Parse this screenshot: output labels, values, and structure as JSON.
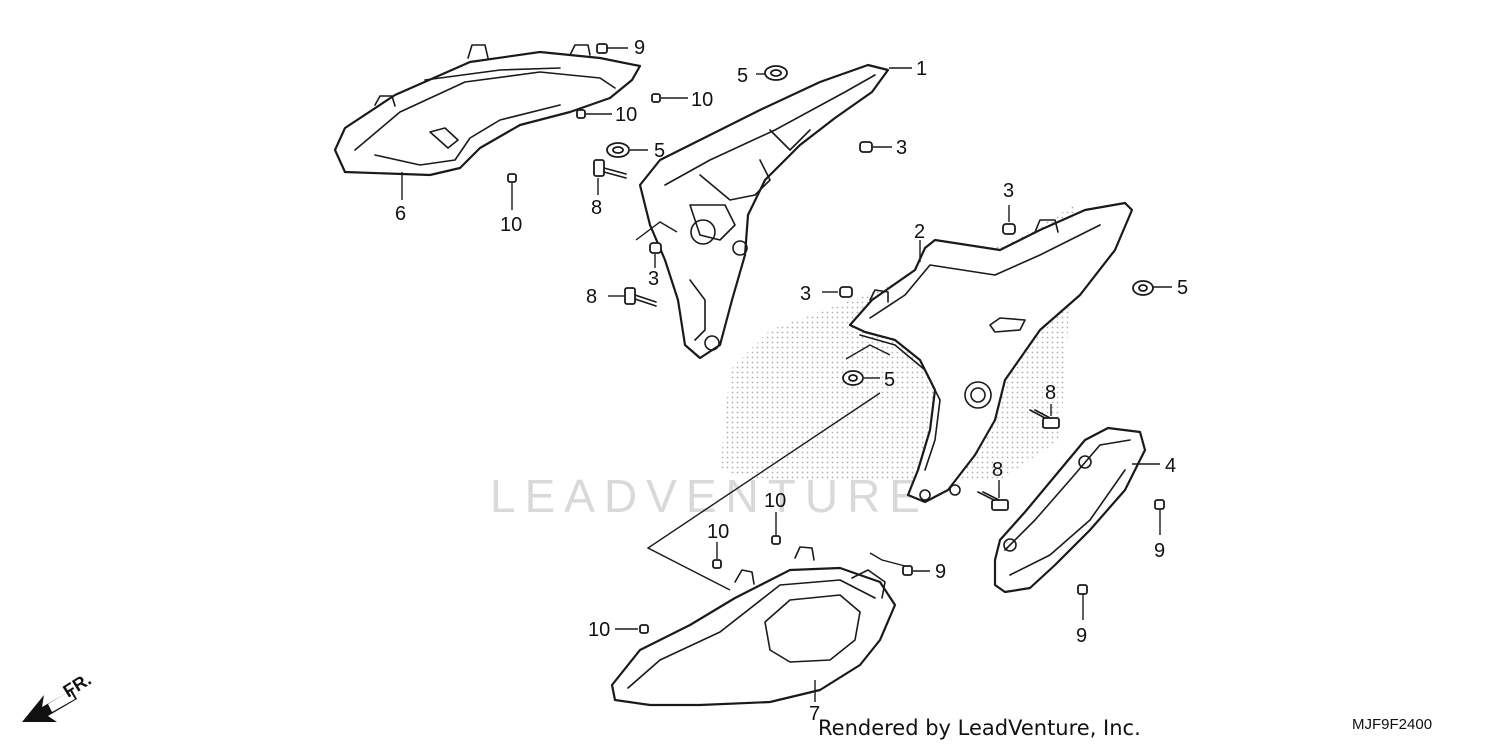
{
  "watermark": "LEADVENTURE",
  "credit": "Rendered by LeadVenture, Inc.",
  "diagram_code": "MJF9F2400",
  "front_indicator": {
    "label": "FR.",
    "icon": "front-arrow-icon"
  },
  "callouts": [
    {
      "id": "c1",
      "label": "1"
    },
    {
      "id": "c2",
      "label": "2"
    },
    {
      "id": "c3a",
      "label": "3"
    },
    {
      "id": "c3b",
      "label": "3"
    },
    {
      "id": "c3c",
      "label": "3"
    },
    {
      "id": "c3d",
      "label": "3"
    },
    {
      "id": "c4",
      "label": "4"
    },
    {
      "id": "c5a",
      "label": "5"
    },
    {
      "id": "c5b",
      "label": "5"
    },
    {
      "id": "c5c",
      "label": "5"
    },
    {
      "id": "c5d",
      "label": "5"
    },
    {
      "id": "c6",
      "label": "6"
    },
    {
      "id": "c7",
      "label": "7"
    },
    {
      "id": "c8a",
      "label": "8"
    },
    {
      "id": "c8b",
      "label": "8"
    },
    {
      "id": "c8c",
      "label": "8"
    },
    {
      "id": "c8d",
      "label": "8"
    },
    {
      "id": "c9a",
      "label": "9"
    },
    {
      "id": "c9b",
      "label": "9"
    },
    {
      "id": "c9c",
      "label": "9"
    },
    {
      "id": "c9d",
      "label": "9"
    },
    {
      "id": "c10a",
      "label": "10"
    },
    {
      "id": "c10b",
      "label": "10"
    },
    {
      "id": "c10c",
      "label": "10"
    },
    {
      "id": "c10d",
      "label": "10"
    },
    {
      "id": "c10e",
      "label": "10"
    },
    {
      "id": "c10f",
      "label": "10"
    }
  ]
}
